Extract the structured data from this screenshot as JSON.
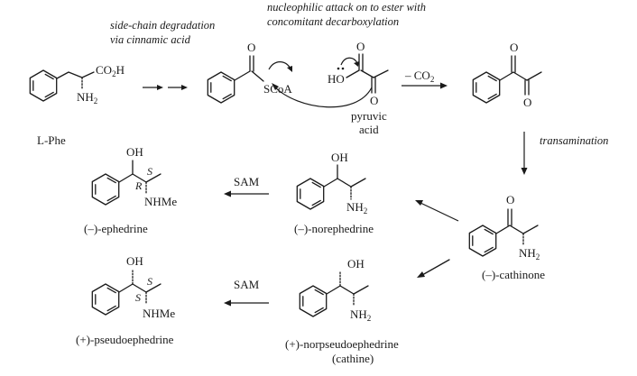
{
  "annotations": {
    "side_chain_1": "side-chain degradation",
    "side_chain_2": "via cinnamic acid",
    "nucleophilic_1": "nucleophilic attack on to ester with",
    "nucleophilic_2": "concomitant decarboxylation",
    "transamination": "transamination"
  },
  "reagents": {
    "co2_minus": "– CO",
    "co2_sub": "2",
    "sam_1": "SAM",
    "sam_2": "SAM"
  },
  "groups": {
    "co2h": "CO",
    "co2h_sub": "2",
    "co2h_h": "H",
    "nh2": "NH",
    "nh2_sub": "2",
    "scoa": "SCoA",
    "ho": "HO",
    "oh": "OH",
    "o": "O",
    "nhme": "NHMe"
  },
  "stereo": {
    "r": "R",
    "s": "S"
  },
  "compounds": {
    "lphe": "L-Phe",
    "pyruvic_1": "pyruvic",
    "pyruvic_2": "acid",
    "ephedrine": "(–)-ephedrine",
    "norephedrine": "(–)-norephedrine",
    "cathinone": "(–)-cathinone",
    "pseudoephedrine": "(+)-pseudoephedrine",
    "norpseudoephedrine": "(+)-norpseudoephedrine",
    "cathine": "(cathine)"
  }
}
